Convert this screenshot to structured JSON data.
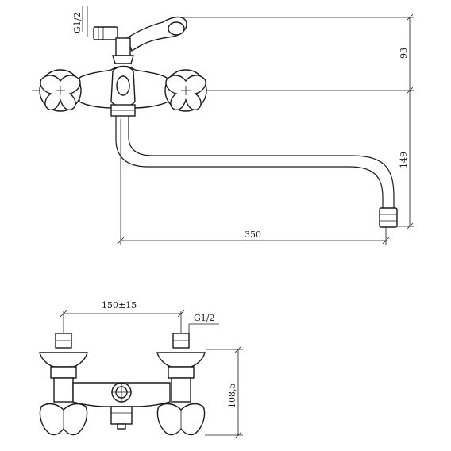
{
  "dimensions": {
    "side_thread": "G1/2",
    "height_right_upper": "93",
    "height_right_lower": "149",
    "spout_length": "350",
    "centers": "150±15",
    "front_thread": "G1/2",
    "front_height": "108,5"
  }
}
